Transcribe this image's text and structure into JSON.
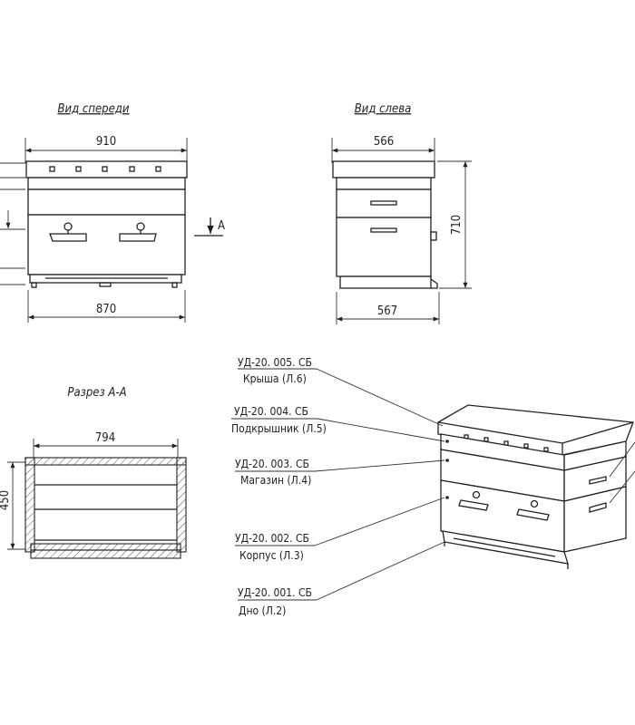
{
  "views": {
    "front": {
      "title": "Вид спереди",
      "width_top": "910",
      "width_bottom": "870",
      "section_mark": "A"
    },
    "left": {
      "title": "Вид слева",
      "width_top": "566",
      "width_bottom": "567",
      "height": "710"
    },
    "section": {
      "title": "Разрез А-А",
      "width": "794",
      "height": "450"
    }
  },
  "callouts": [
    {
      "code": "УД-20. 005. СБ",
      "name": "Крыша (Л.6)"
    },
    {
      "code": "УД-20. 004. СБ",
      "name": "Подкрышник (Л.5)"
    },
    {
      "code": "УД-20. 003. СБ",
      "name": "Магазин (Л.4)"
    },
    {
      "code": "УД-20. 002. СБ",
      "name": "Корпус (Л.3)"
    },
    {
      "code": "УД-20. 001. СБ",
      "name": "Дно (Л.2)"
    }
  ]
}
